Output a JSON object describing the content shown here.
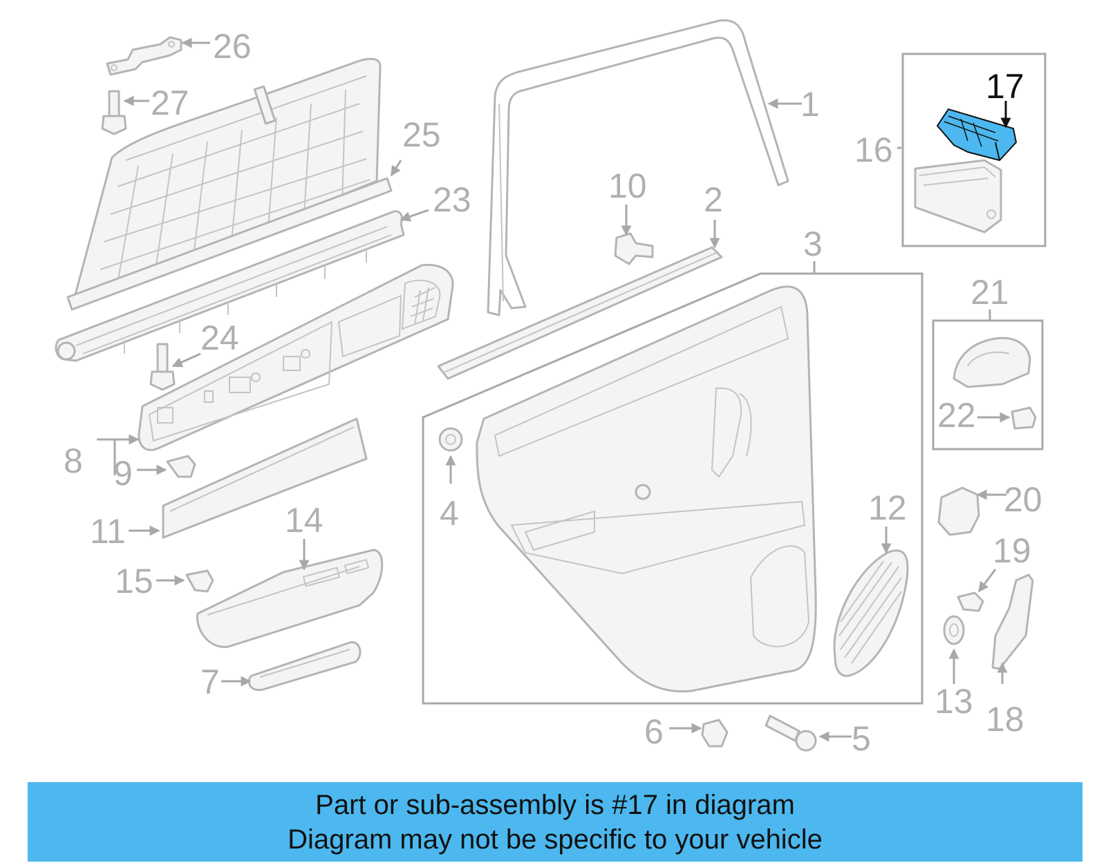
{
  "diagram": {
    "callouts": [
      "1",
      "2",
      "3",
      "4",
      "5",
      "6",
      "7",
      "8",
      "9",
      "10",
      "11",
      "12",
      "13",
      "14",
      "15",
      "16",
      "17",
      "18",
      "19",
      "20",
      "21",
      "22",
      "23",
      "24",
      "25",
      "26",
      "27"
    ],
    "highlighted_part": "17",
    "highlight_color": "#4cb8ef",
    "line_color": "#b4b4b4"
  },
  "banner": {
    "line1": "Part or sub-assembly is #17 in diagram",
    "line2": "Diagram may not be specific to your vehicle",
    "background": "#4cb8ef"
  }
}
